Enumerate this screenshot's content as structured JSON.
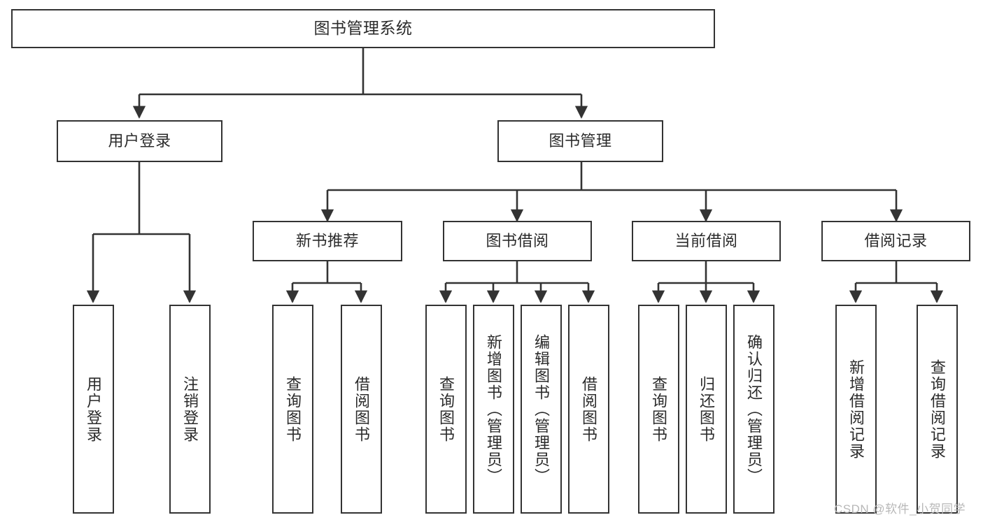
{
  "diagram": {
    "title": "图书管理系统",
    "type": "tree-structure-chart",
    "watermark": "CSDN @软件_小贺同学",
    "colors": {
      "stroke": "#333333",
      "fill": "#ffffff",
      "text": "#2b2b2b",
      "watermark": "#b8b8b8"
    },
    "nodes": {
      "root": {
        "label": "图书管理系统"
      },
      "level2": [
        {
          "id": "user-login",
          "label": "用户登录"
        },
        {
          "id": "book-manage",
          "label": "图书管理"
        }
      ],
      "level3": [
        {
          "id": "new-book-rec",
          "label": "新书推荐"
        },
        {
          "id": "book-borrow",
          "label": "图书借阅"
        },
        {
          "id": "current-borrow",
          "label": "当前借阅"
        },
        {
          "id": "borrow-record",
          "label": "借阅记录"
        }
      ],
      "leaves_user_login": [
        {
          "id": "leaf-user-login",
          "label": "用户登录"
        },
        {
          "id": "leaf-logout",
          "label": "注销登录"
        }
      ],
      "leaves_new_book_rec": [
        {
          "id": "leaf-query-book-1",
          "label": "查询图书"
        },
        {
          "id": "leaf-borrow-book-1",
          "label": "借阅图书"
        }
      ],
      "leaves_book_borrow": [
        {
          "id": "leaf-query-book-2",
          "label": "查询图书"
        },
        {
          "id": "leaf-add-book",
          "label": "新增图书（管理员）"
        },
        {
          "id": "leaf-edit-book",
          "label": "编辑图书（管理员）"
        },
        {
          "id": "leaf-borrow-book-2",
          "label": "借阅图书"
        }
      ],
      "leaves_current_borrow": [
        {
          "id": "leaf-query-book-3",
          "label": "查询图书"
        },
        {
          "id": "leaf-return-book",
          "label": "归还图书"
        },
        {
          "id": "leaf-confirm-return",
          "label": "确认归还（管理员）"
        }
      ],
      "leaves_borrow_record": [
        {
          "id": "leaf-add-record",
          "label": "新增借阅记录"
        },
        {
          "id": "leaf-query-record",
          "label": "查询借阅记录"
        }
      ]
    }
  }
}
